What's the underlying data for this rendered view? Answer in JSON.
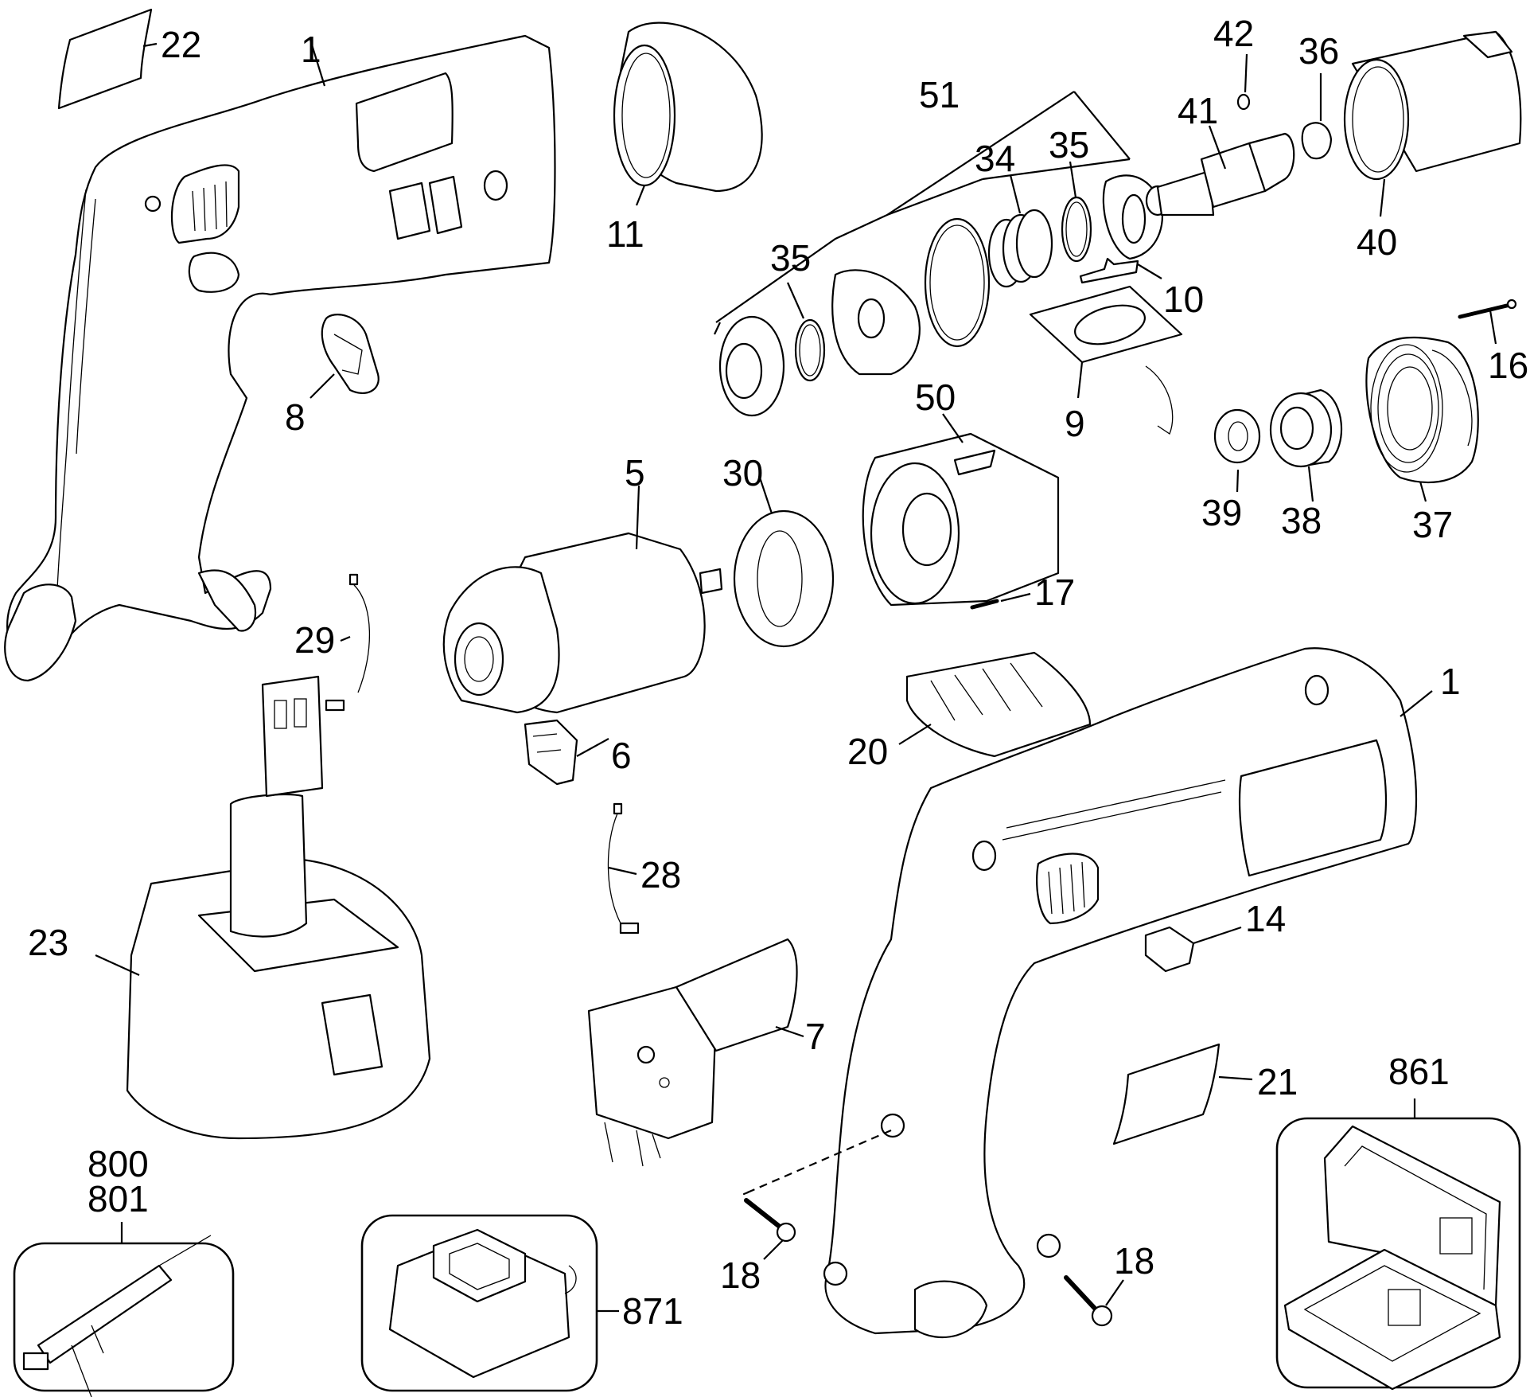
{
  "diagram": {
    "title": "Cordless drill exploded parts diagram",
    "callouts": {
      "housing_left": "1",
      "housing_right": "1",
      "label_plate_top": "22",
      "label_plate_bottom": "21",
      "ring_11": "11",
      "assembly_51": "51",
      "washer_35_a": "35",
      "washer_35_b": "35",
      "spring_34": "34",
      "spindle_41": "41",
      "ball_42": "42",
      "clip_36": "36",
      "collar_40": "40",
      "spring_10": "10",
      "plate_9": "9",
      "screw_16": "16",
      "washer_39": "39",
      "bearing_38": "38",
      "gear_case_37": "37",
      "terminal_8": "8",
      "motor_5": "5",
      "seal_30": "30",
      "gearbox_50": "50",
      "screw_17": "17",
      "wire_29": "29",
      "brush_6": "6",
      "wire_28": "28",
      "cover_20": "20",
      "battery_23": "23",
      "switch_7": "7",
      "clip_14": "14",
      "screw_18_a": "18",
      "screw_18_b": "18",
      "kit_800": "800",
      "kit_801": "801",
      "charger_871": "871",
      "case_861": "861"
    }
  }
}
